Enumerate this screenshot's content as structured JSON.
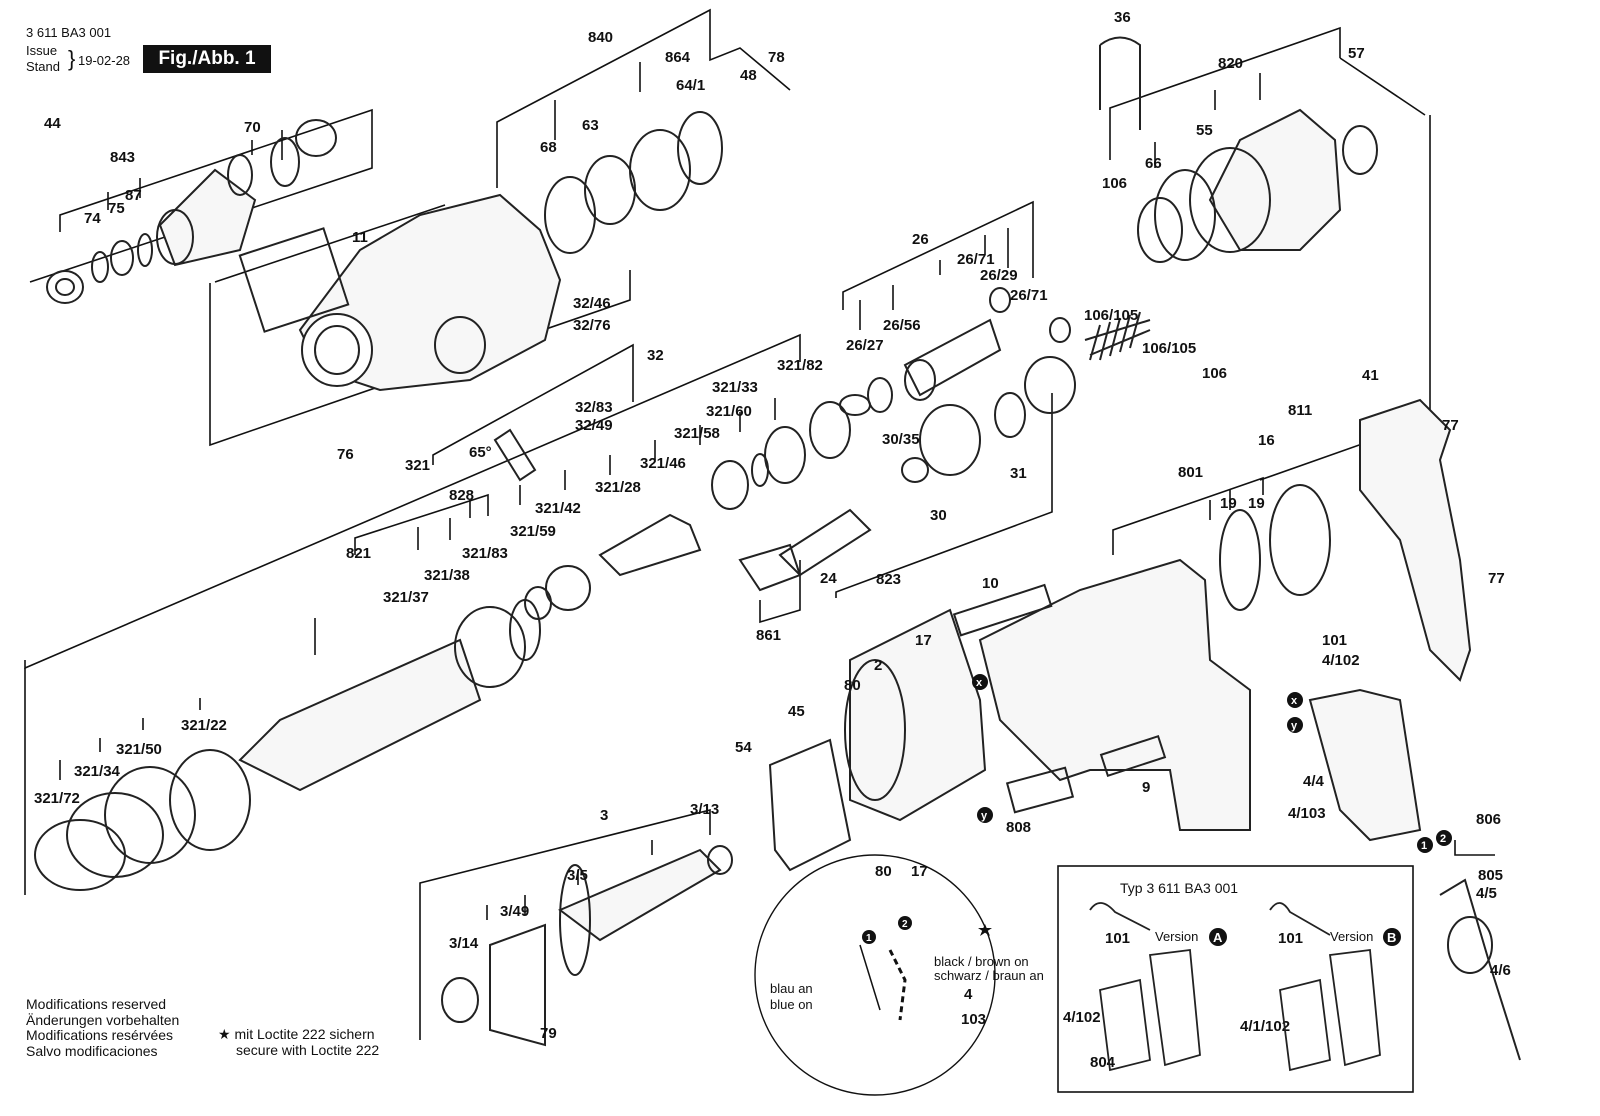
{
  "header": {
    "doc_number": "3 611 BA3 001",
    "issue_label": "Issue",
    "stand_label": "Stand",
    "issue_date": "19-02-28",
    "figure_label": "Fig./Abb. 1"
  },
  "parts": [
    "36",
    "840",
    "864",
    "78",
    "48",
    "64/1",
    "820",
    "57",
    "44",
    "70",
    "843",
    "63",
    "68",
    "55",
    "66",
    "87",
    "75",
    "74",
    "106",
    "11",
    "26",
    "26/71",
    "26/29",
    "26/71",
    "32/46",
    "32/76",
    "106/105",
    "106/105",
    "106",
    "32",
    "26/27",
    "26/56",
    "321/82",
    "41",
    "77",
    "321/33",
    "32/83",
    "32/49",
    "321/60",
    "321/58",
    "811",
    "16",
    "76",
    "65°",
    "321",
    "828",
    "321/46",
    "30/35",
    "31",
    "30",
    "801",
    "19",
    "19",
    "321/28",
    "321/42",
    "321/59",
    "821",
    "321/83",
    "321/38",
    "24",
    "823",
    "10",
    "77",
    "321/37",
    "861",
    "17",
    "101",
    "4/102",
    "2",
    "80",
    "45",
    "321/22",
    "321/50",
    "321/34",
    "321/72",
    "54",
    "3",
    "3/13",
    "4/4",
    "4/103",
    "9",
    "808",
    "17",
    "80",
    "806",
    "805",
    "4/5",
    "4/6",
    "3/5",
    "3/49",
    "3/14",
    "79",
    "4",
    "103"
  ],
  "footer": {
    "modifications": [
      "Modifications reserved",
      "Änderungen vorbehalten",
      "Modifications resérvées",
      "Salvo modificaciones"
    ],
    "loctite": [
      "mit Loctite 222 sichern",
      "secure with Loctite 222"
    ]
  },
  "wiring_inset": {
    "black_brown_en": "black / brown on",
    "black_brown_de": "schwarz / braun an",
    "blue_de": "blau an",
    "blue_en": "blue on",
    "marker_1": "1",
    "marker_2": "2"
  },
  "version_box": {
    "title": "Typ 3 611 BA3 001",
    "version_label": "Version",
    "version_a": "A",
    "version_b": "B",
    "part_101_a": "101",
    "part_101_b": "101",
    "part_4_102": "4/102",
    "part_4_1_102": "4/1/102",
    "part_804": "804"
  },
  "markers": {
    "x": "x",
    "y": "y",
    "one": "1",
    "two": "2"
  }
}
